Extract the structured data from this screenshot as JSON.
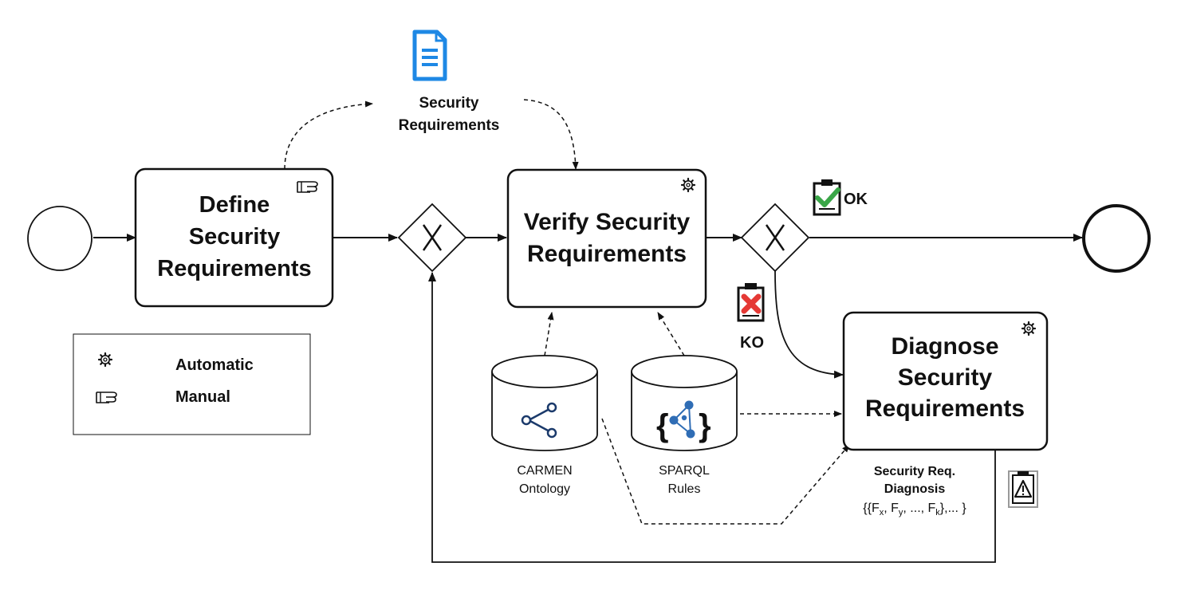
{
  "document": {
    "label_line1": "Security",
    "label_line2": "Requirements"
  },
  "tasks": {
    "define": {
      "line1": "Define",
      "line2": "Security",
      "line3": "Requirements",
      "marker": "hand-icon"
    },
    "verify": {
      "line1": "Verify Security",
      "line2": "Requirements",
      "marker": "gear-icon"
    },
    "diagnose": {
      "line1": "Diagnose",
      "line2": "Security",
      "line3": "Requirements",
      "marker": "gear-icon"
    }
  },
  "outcomes": {
    "ok": "OK",
    "ko": "KO"
  },
  "datastores": {
    "carmen": {
      "line1": "CARMEN",
      "line2": "Ontology",
      "icon": "share-icon"
    },
    "sparql": {
      "line1": "SPARQL",
      "line2": "Rules",
      "icon": "sparql-icon"
    }
  },
  "diagnosis": {
    "line1": "Security Req.",
    "line2": "Diagnosis",
    "formula_prefix": "{{F",
    "formula_sub1": "x",
    "formula_mid1": ", F",
    "formula_sub2": "y",
    "formula_mid2": ", ..., F",
    "formula_sub3": "k",
    "formula_suffix": "},... }"
  },
  "legend": {
    "automatic": "Automatic",
    "manual": "Manual"
  },
  "colors": {
    "doc_blue": "#1e88e5",
    "check_green": "#3aa648",
    "cross_red": "#e53935",
    "icon_navy": "#1b3a6b",
    "sparql_blue": "#2f6db5"
  }
}
